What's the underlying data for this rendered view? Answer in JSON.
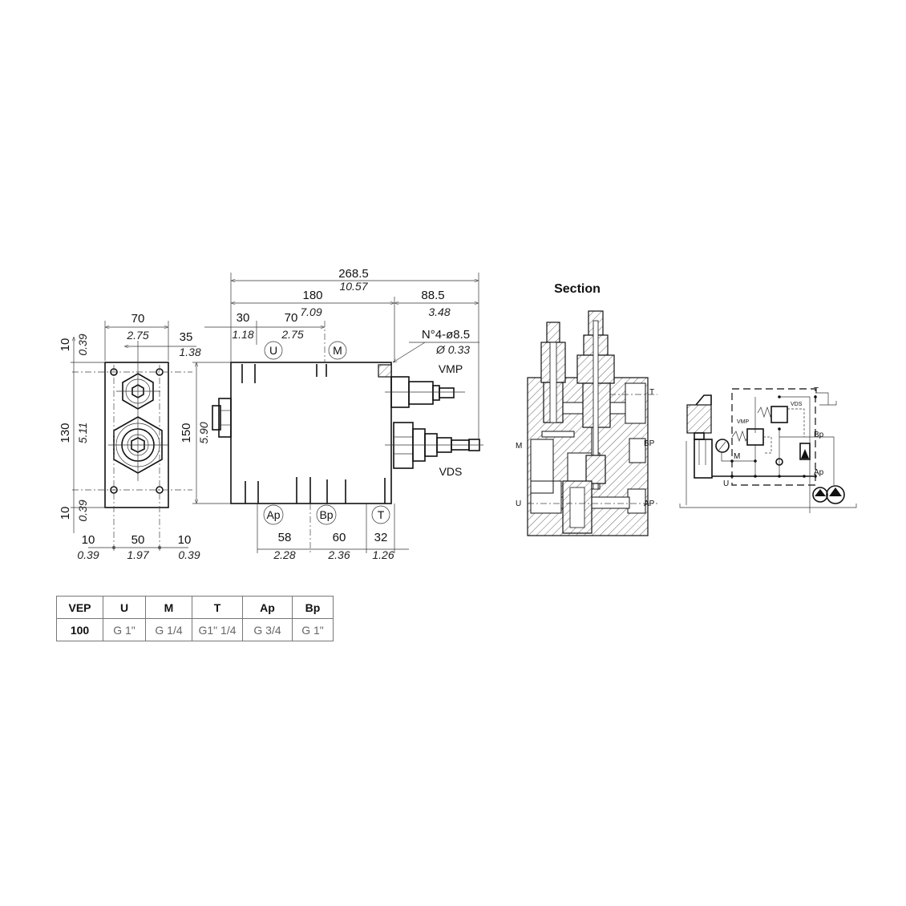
{
  "front_view": {
    "width_mm": "70",
    "width_in": "2.75",
    "offset_mm": "35",
    "offset_in": "1.38",
    "top_margin_mm": "10",
    "top_margin_in": "0.39",
    "hole_span_mm": "130",
    "hole_span_in": "5.11",
    "bottom_margin_mm": "10",
    "bottom_margin_in": "0.39",
    "left_edge_mm": "10",
    "left_edge_in": "0.39",
    "hole_pitch_mm": "50",
    "hole_pitch_in": "1.97",
    "right_edge_mm": "10",
    "right_edge_in": "0.39"
  },
  "side_view": {
    "overall_mm": "268.5",
    "overall_in": "10.57",
    "body_mm": "180",
    "body_in": "7.09",
    "valve_ext_mm": "88.5",
    "valve_ext_in": "3.48",
    "u_offset_mm": "30",
    "u_offset_in": "1.18",
    "um_pitch_mm": "70",
    "um_pitch_in": "2.75",
    "height_mm": "150",
    "height_in": "5.90",
    "holes_note": "N°4-ø8.5",
    "holes_note_in": "Ø 0.33",
    "ap_bp_mm": "58",
    "ap_bp_in": "2.28",
    "bp_t_mm": "60",
    "bp_t_in": "2.36",
    "t_end_mm": "32",
    "t_end_in": "1.26",
    "port_labels": {
      "u": "U",
      "m": "M",
      "ap": "Ap",
      "bp": "Bp",
      "t": "T"
    },
    "valve_labels": {
      "vmp": "VMP",
      "vds": "VDS"
    }
  },
  "section": {
    "title": "Section",
    "labels": {
      "t": "T",
      "bp": "BP",
      "ap": "AP",
      "m": "M",
      "u": "U"
    }
  },
  "schematic": {
    "labels": {
      "vmp": "VMP",
      "vds": "VDS",
      "t": "T",
      "bp": "Bp",
      "ap": "Ap",
      "m": "M",
      "u": "U"
    }
  },
  "ports_table": {
    "headers": [
      "VEP",
      "U",
      "M",
      "T",
      "Ap",
      "Bp"
    ],
    "row": [
      "100",
      "G 1\"",
      "G 1/4",
      "G1\" 1/4",
      "G 3/4",
      "G 1\""
    ]
  }
}
